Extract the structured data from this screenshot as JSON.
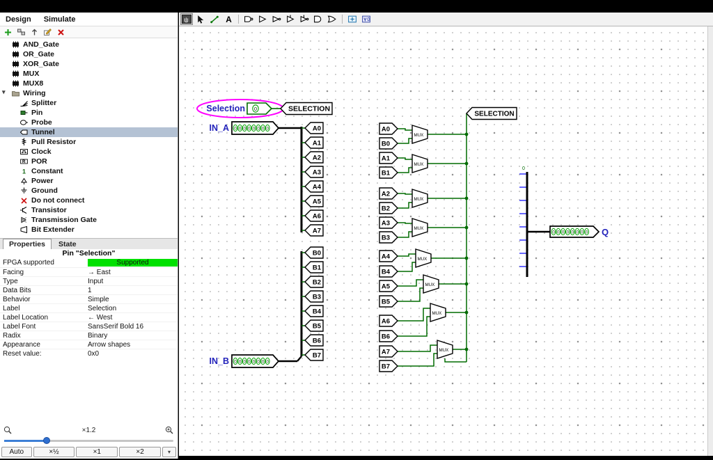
{
  "window": {
    "menu": [
      "Design",
      "Simulate"
    ]
  },
  "canvas_toolbar": {
    "tools": [
      {
        "icon": "poke-tool",
        "selected": true
      },
      {
        "icon": "edit-tool"
      },
      {
        "icon": "wiring-tool"
      },
      {
        "icon": "text-tool"
      },
      {
        "separator": true
      },
      {
        "icon": "nand-gate-tool"
      },
      {
        "icon": "buffer-tool"
      },
      {
        "icon": "not-gate-tool"
      },
      {
        "icon": "controlled-buffer-tool"
      },
      {
        "icon": "controlled-inverter-tool"
      },
      {
        "icon": "and-gate-tool"
      },
      {
        "icon": "or-gate-tool"
      },
      {
        "separator": true
      },
      {
        "icon": "add-circuit-tool"
      },
      {
        "icon": "add-vhdl-tool"
      }
    ]
  },
  "explorer_toolbar": {
    "tools": [
      "add-circuit-icon",
      "library-icon",
      "up-arrow-icon",
      "edit-attrs-icon",
      "delete-icon"
    ]
  },
  "tree": {
    "items": [
      {
        "label": "AND_Gate",
        "icon": "chip-icon",
        "level": 1
      },
      {
        "label": "OR_Gate",
        "icon": "chip-icon",
        "level": 1
      },
      {
        "label": "XOR_Gate",
        "icon": "chip-icon",
        "level": 1
      },
      {
        "label": "MUX",
        "icon": "chip-icon",
        "level": 1
      },
      {
        "label": "MUX8",
        "icon": "chip-icon",
        "level": 1
      },
      {
        "label": "Wiring",
        "icon": "folder-icon",
        "level": 1,
        "expanded": true
      },
      {
        "label": "Splitter",
        "icon": "splitter-icon",
        "level": 2
      },
      {
        "label": "Pin",
        "icon": "pin-icon",
        "level": 2
      },
      {
        "label": "Probe",
        "icon": "probe-icon",
        "level": 2
      },
      {
        "label": "Tunnel",
        "icon": "tunnel-icon",
        "level": 2,
        "selected": true
      },
      {
        "label": "Pull Resistor",
        "icon": "resistor-icon",
        "level": 2
      },
      {
        "label": "Clock",
        "icon": "clock-icon",
        "level": 2
      },
      {
        "label": "POR",
        "icon": "por-icon",
        "level": 2
      },
      {
        "label": "Constant",
        "icon": "constant-icon",
        "level": 2
      },
      {
        "label": "Power",
        "icon": "power-icon",
        "level": 2
      },
      {
        "label": "Ground",
        "icon": "ground-icon",
        "level": 2
      },
      {
        "label": "Do not connect",
        "icon": "dnc-icon",
        "level": 2
      },
      {
        "label": "Transistor",
        "icon": "transistor-icon",
        "level": 2
      },
      {
        "label": "Transmission Gate",
        "icon": "transmission-gate-icon",
        "level": 2
      },
      {
        "label": "Bit Extender",
        "icon": "bit-extender-icon",
        "level": 2
      }
    ]
  },
  "tabs": [
    {
      "label": "Properties",
      "selected": true
    },
    {
      "label": "State",
      "selected": false
    }
  ],
  "properties": {
    "title": "Pin \"Selection\"",
    "rows": [
      {
        "label": "FPGA supported",
        "value": "Supported",
        "value_bg": "#00e000"
      },
      {
        "label": "Facing",
        "value": "→ East"
      },
      {
        "label": "Type",
        "value": "Input"
      },
      {
        "label": "Data Bits",
        "value": "1"
      },
      {
        "label": "Behavior",
        "value": "Simple"
      },
      {
        "label": "Label",
        "value": "Selection"
      },
      {
        "label": "Label Location",
        "value": "← West"
      },
      {
        "label": "Label Font",
        "value": "SansSerif Bold 16"
      },
      {
        "label": "Radix",
        "value": "Binary"
      },
      {
        "label": "Appearance",
        "value": "Arrow shapes"
      },
      {
        "label": "Reset value:",
        "value": "0x0"
      }
    ]
  },
  "zoom": {
    "label": "×1.2",
    "buttons": [
      "Auto",
      "×½",
      "×1",
      "×2"
    ]
  },
  "colors": {
    "wire": "#006b00",
    "bus": "#000000",
    "floating": "#3535ff",
    "select_halo": "#ff00ff",
    "label_blue": "#2323bb",
    "fpga_supported_bg": "#00e000"
  },
  "circuit": {
    "selection_pin": {
      "label": "Selection",
      "value": "0"
    },
    "selection_tunnel_label": "SELECTION",
    "in_a": {
      "label": "IN_A",
      "bits": "00000000"
    },
    "in_b": {
      "label": "IN_B",
      "bits": "00000000"
    },
    "output": {
      "label": "Q",
      "bits": "00000000"
    },
    "left_a_tunnels": [
      "A0",
      "A1",
      "A2",
      "A3",
      "A4",
      "A5",
      "A6",
      "A7"
    ],
    "left_b_tunnels": [
      "B0",
      "B1",
      "B2",
      "B3",
      "B4",
      "B5",
      "B6",
      "B7"
    ],
    "mux_pairs": [
      {
        "a": "A0",
        "b": "B0"
      },
      {
        "a": "A1",
        "b": "B1"
      },
      {
        "a": "A2",
        "b": "B2"
      },
      {
        "a": "A3",
        "b": "B3"
      },
      {
        "a": "A4",
        "b": "B4"
      },
      {
        "a": "A5",
        "b": "B5"
      },
      {
        "a": "A6",
        "b": "B6"
      },
      {
        "a": "A7",
        "b": "B7"
      }
    ],
    "mux_label": "MUX",
    "splitter_value": "0"
  }
}
